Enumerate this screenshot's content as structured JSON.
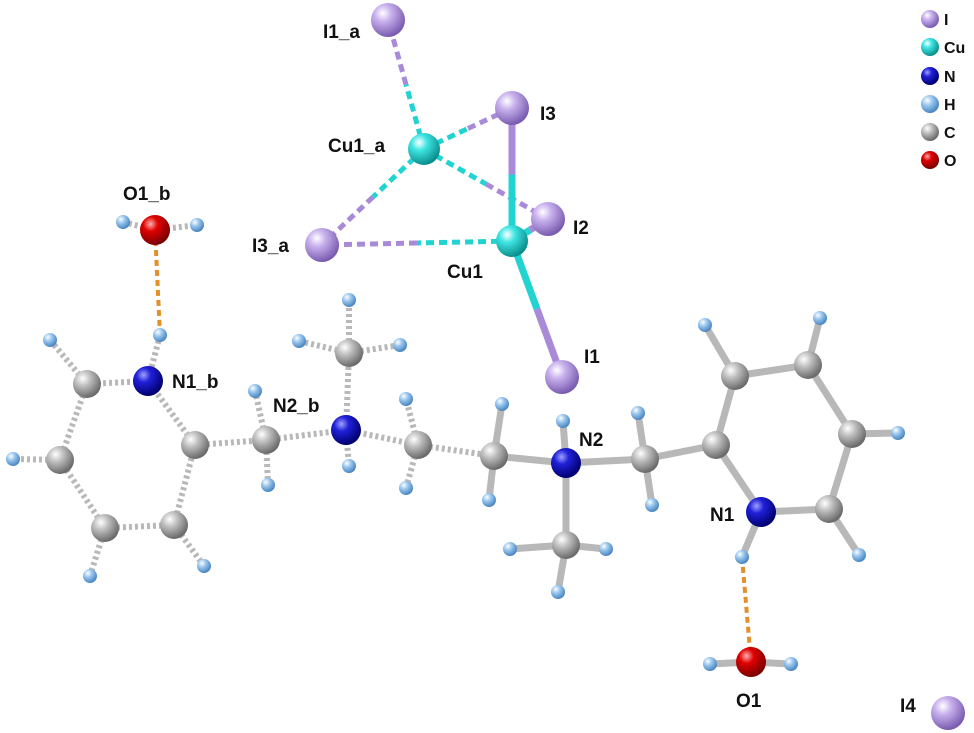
{
  "colors": {
    "I": "#a98ad8",
    "Cu": "#21d3d1",
    "N": "#1414c8",
    "H": "#7fb8ea",
    "C": "#a9a9a9",
    "O": "#dd0000",
    "hbond": "#e3902a",
    "stick": "#b8b8b8"
  },
  "legend": [
    {
      "element": "I",
      "label": "I"
    },
    {
      "element": "Cu",
      "label": "Cu"
    },
    {
      "element": "N",
      "label": "N"
    },
    {
      "element": "H",
      "label": "H"
    },
    {
      "element": "C",
      "label": "C"
    },
    {
      "element": "O",
      "label": "O"
    }
  ],
  "labels": {
    "I1_a": "I1_a",
    "I3": "I3",
    "Cu1_a": "Cu1_a",
    "I2": "I2",
    "I3_a": "I3_a",
    "Cu1": "Cu1",
    "I1": "I1",
    "O1_b": "O1_b",
    "N1_b": "N1_b",
    "N2_b": "N2_b",
    "N2": "N2",
    "N1": "N1",
    "O1": "O1",
    "I4": "I4"
  }
}
